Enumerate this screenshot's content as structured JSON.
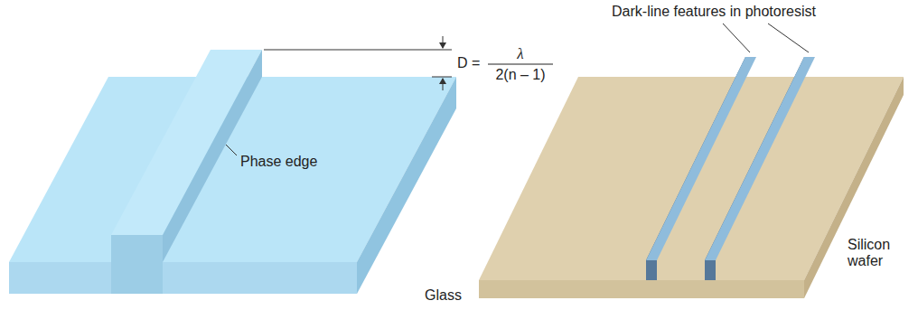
{
  "diagram": {
    "labels": [
      "Dark-line features in photoresist",
      "Phase edge",
      "D =",
      "λ",
      "2(n – 1)",
      "Glass",
      "Silicon wafer"
    ]
  }
}
